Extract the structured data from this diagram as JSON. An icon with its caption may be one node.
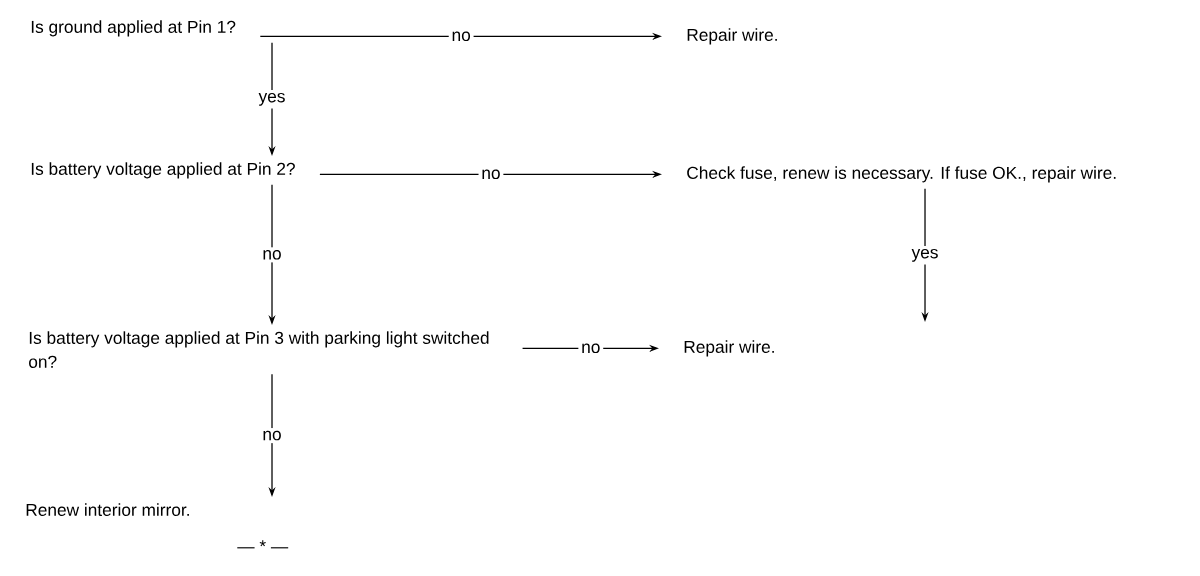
{
  "diagram": {
    "nodes": [
      {
        "text": [
          "Is ground applied at Pin 1?"
        ]
      },
      {
        "text": [
          "Repair wire."
        ]
      },
      {
        "text": [
          "Is battery voltage applied at Pin 2?"
        ]
      },
      {
        "text": [
          "Check fuse, renew is necessary. If fuse OK., repair wire."
        ]
      },
      {
        "text": [
          "Is battery voltage applied at Pin 3 with parking light switched on?"
        ]
      },
      {
        "text": [
          "Repair wire."
        ]
      },
      {
        "text": [
          "Renew interior mirror."
        ]
      }
    ],
    "edges": [
      {
        "from": 0,
        "to": 1,
        "arrow": "to",
        "label": "no"
      },
      {
        "from": 0,
        "to": 2,
        "arrow": "to",
        "label": "yes"
      },
      {
        "from": 2,
        "to": 3,
        "arrow": "to",
        "label": "no"
      },
      {
        "from": 2,
        "to": 4,
        "arrow": "to",
        "label": "no"
      },
      {
        "from": 3,
        "to": null,
        "arrow": "to",
        "label": "yes"
      },
      {
        "from": 4,
        "to": 5,
        "arrow": "to",
        "label": "no"
      },
      {
        "from": 4,
        "to": 6,
        "arrow": "to",
        "label": "no"
      }
    ],
    "labels": [
      "— * —"
    ]
  }
}
